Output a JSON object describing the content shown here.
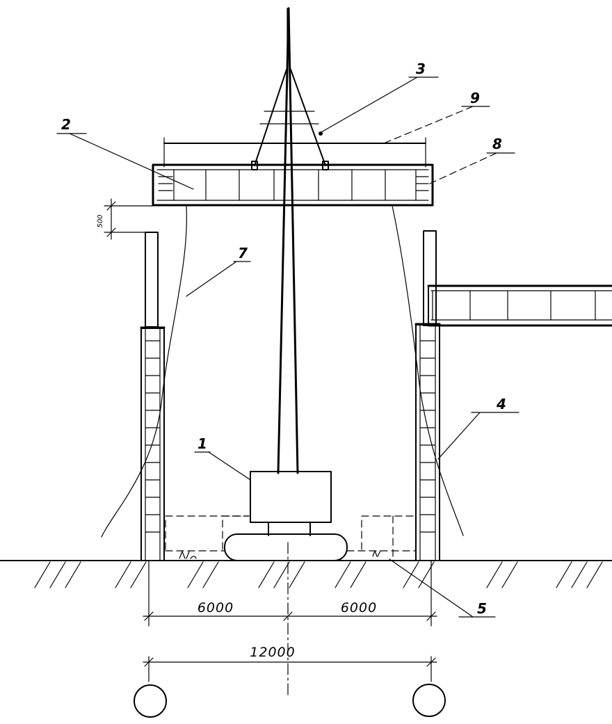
{
  "callouts": {
    "crane": "1",
    "beam": "2",
    "sling": "3",
    "column": "4",
    "item5": "5",
    "guide_rope": "7",
    "item8": "8",
    "item9": "9"
  },
  "dimensions": {
    "lift_height": "500",
    "left_half_span": "6000",
    "right_half_span": "6000",
    "total_span": "12000"
  }
}
